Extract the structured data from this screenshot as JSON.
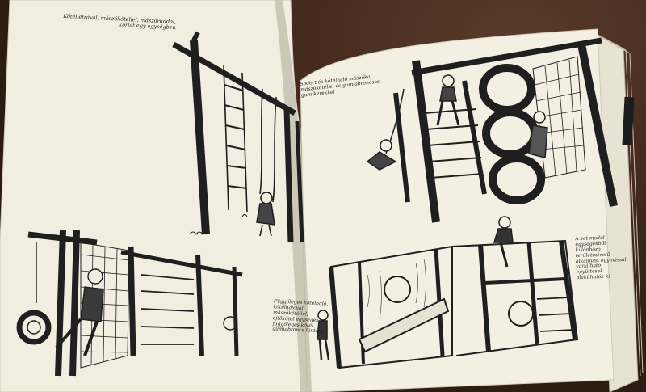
{
  "photo": {
    "subject": "open-book-playground-illustrations"
  },
  "captions": {
    "left_top": "Kötéllétrával, mászókötéllel, mászórúddal, korlát egy egységben",
    "left_bottom": "Függőleges kötélháló, kötélhálóval, mászókötéllel, ejtőkötél egységes függőleges kötél gumiabroncs hintával",
    "right_top": "Sodort és kötélháló mászóka, mászókötéllel és gumiabroncsos gumikerékkel",
    "right_bottom": "A két modul egységekből különböző területméretű alkalmas, egymással variálható együttesek alakíthatók ki"
  },
  "colors": {
    "page": "#f1ede0",
    "ink": "#1f1f1f",
    "background": "#3a2418"
  }
}
